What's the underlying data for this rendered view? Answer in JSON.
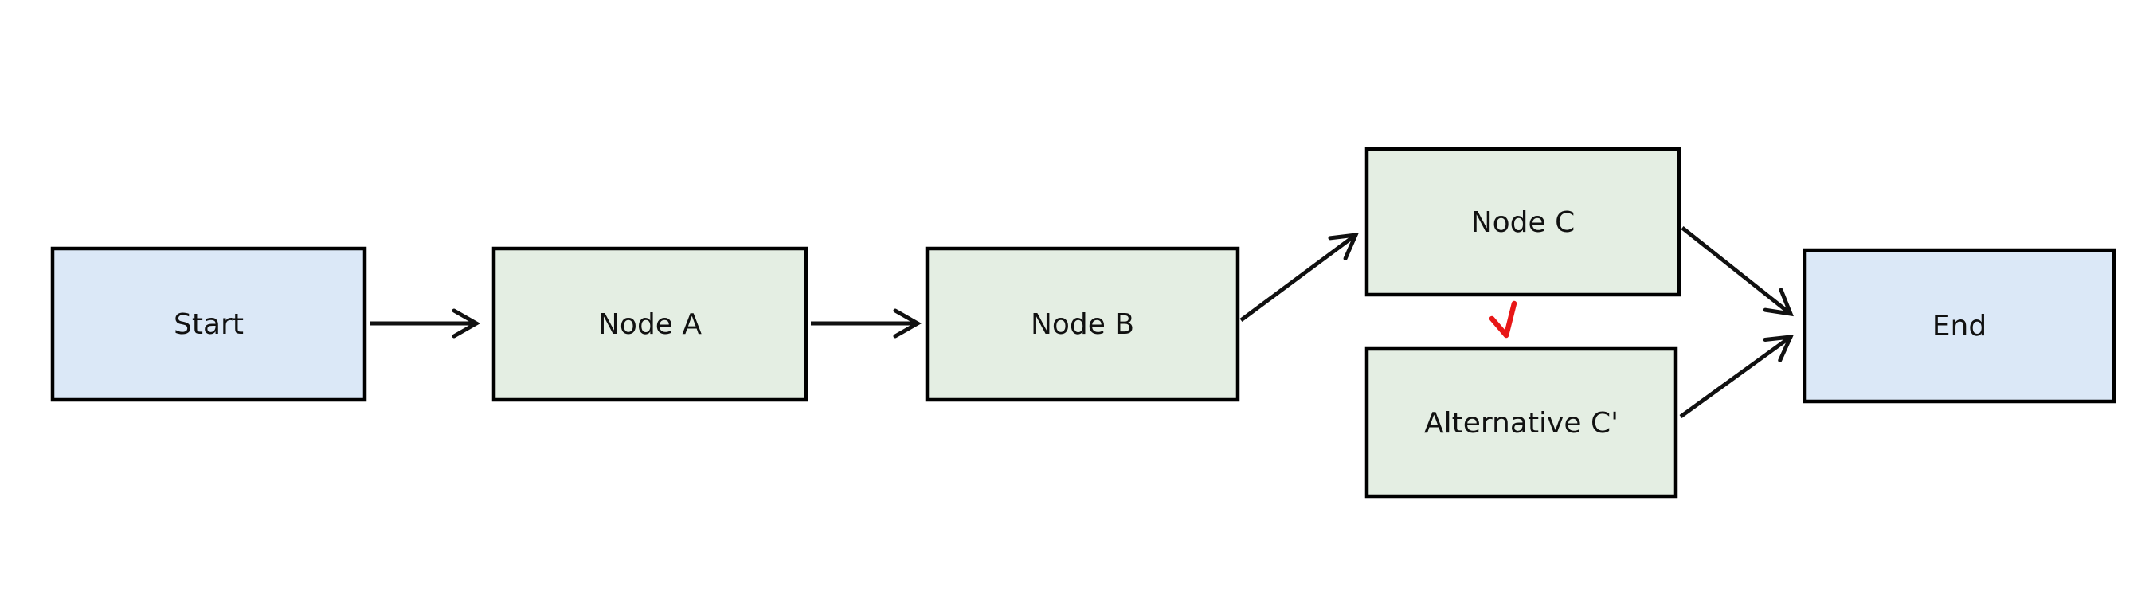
{
  "diagram": {
    "background": "#ffffff",
    "colors": {
      "terminal_fill": "#dbe8f7",
      "process_fill": "#e4eee3",
      "border": "#000000",
      "arrow": "#111111",
      "checkmark": "#e81717"
    },
    "nodes": [
      {
        "id": "start",
        "label": "Start",
        "fill": "#dbe8f7"
      },
      {
        "id": "node-a",
        "label": "Node A",
        "fill": "#e4eee3"
      },
      {
        "id": "node-b",
        "label": "Node B",
        "fill": "#e4eee3"
      },
      {
        "id": "node-c",
        "label": "Node C",
        "fill": "#e4eee3"
      },
      {
        "id": "alternative-c",
        "label": "Alternative C'",
        "fill": "#e4eee3"
      },
      {
        "id": "end",
        "label": "End",
        "fill": "#dbe8f7"
      }
    ],
    "edges": [
      {
        "from": "start",
        "to": "node-a"
      },
      {
        "from": "node-a",
        "to": "node-b"
      },
      {
        "from": "node-b",
        "to": "node-c"
      },
      {
        "from": "node-c",
        "to": "end"
      },
      {
        "from": "alternative-c",
        "to": "end"
      }
    ],
    "annotations": [
      {
        "type": "checkmark",
        "color": "#e81717",
        "position": "below node-c"
      }
    ]
  }
}
